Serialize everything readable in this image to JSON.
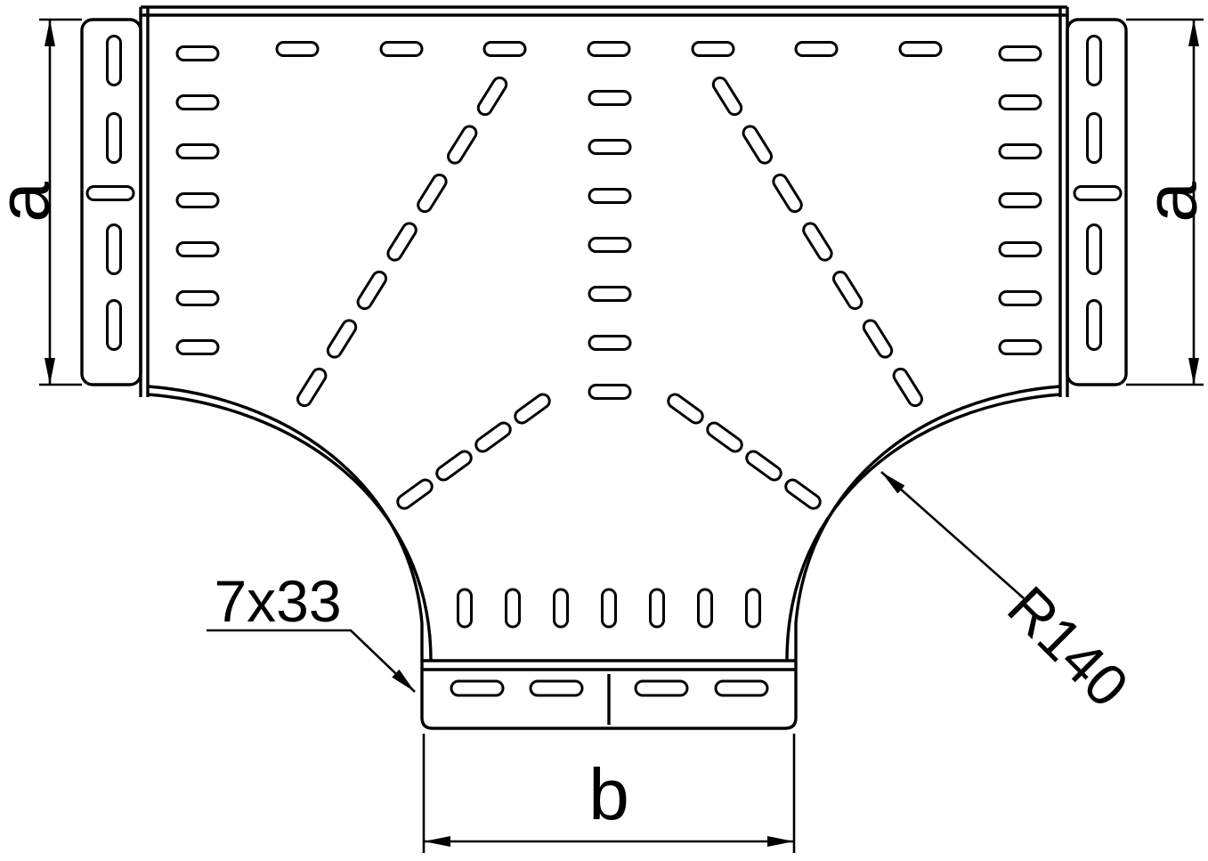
{
  "drawing": {
    "labels": {
      "dim_left": "a",
      "dim_right": "a",
      "dim_bottom": "b",
      "slot_callout": "7x33",
      "radius_callout": "R140"
    },
    "colors": {
      "line": "#000000",
      "background": "#ffffff"
    }
  }
}
